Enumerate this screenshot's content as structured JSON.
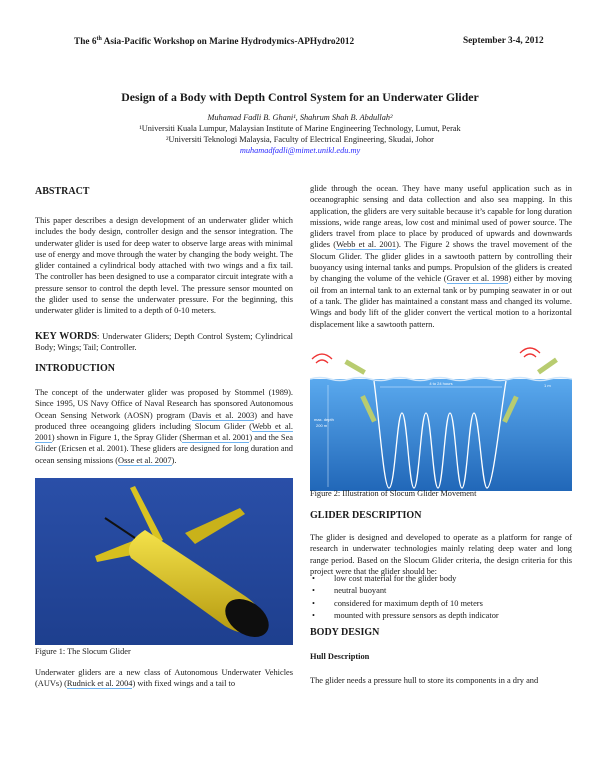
{
  "header": {
    "left_pre": "The 6",
    "left_sup": "th",
    "left_post": " Asia-Pacific Workshop on Marine Hydrodymics-APHydro2012",
    "right": "September 3-4, 2012"
  },
  "title": "Design of a Body with Depth Control System for an Underwater Glider",
  "authors": "Muhamad Fadli B. Ghani¹, Shahrum Shah B. Abdullah²",
  "affiliations": [
    "¹Universiti Kuala Lumpur, Malaysian Institute of Marine Engineering Technology, Lumut, Perak",
    "²Universiti Teknologi Malaysia, Faculty of Electrical Engineering, Skudai, Johor"
  ],
  "email": "muhamadfadli@mimet.unikl.edu.my",
  "abstract": {
    "heading": "ABSTRACT",
    "text": "This paper describes a design development of an underwater glider which includes the body design, controller design and the sensor integration. The underwater glider is used for deep water to observe large areas with minimal use of energy and move through the water by changing the body weight. The glider contained a cylindrical body attached with two wings and a fix tail. The controller has been designed to use a comparator circuit integrate with a pressure sensor to control the depth level. The pressure sensor mounted on the glider used to sense the underwater pressure. For the beginning, this underwater glider is limited to a depth of 0-10 meters."
  },
  "keywords": {
    "label": "KEY WORDS",
    "text": ": Underwater Gliders; Depth Control System; Cylindrical Body; Wings; Tail; Controller."
  },
  "introduction": {
    "heading": "INTRODUCTION",
    "p1": [
      "The concept of the underwater glider was proposed by Stommel (1989). Since 1995, US Navy Office of Naval Research has sponsored Autonomous Ocean Sensing Network (AOSN) program (",
      "Davis et al. 2003",
      ") and have produced three oceangoing gliders including Slocum Glider (",
      "Webb et al. 2001",
      ") shown in Figure 1, the Spray Glider (",
      "Sherman et al. 2001",
      ") and the Sea Glider (Ericsen et al. 2001). These gliders are designed for long duration and ocean sensing missions (",
      "Osse et al. 2007",
      ")."
    ],
    "figure1_caption": "Figure 1: The Slocum Glider",
    "p2": [
      "Underwater gliders are a new class of Autonomous Underwater Vehicles (AUVs) (",
      "Rudnick et al. 2004",
      ") with fixed wings and a tail to"
    ],
    "p3": [
      "glide through the ocean. They have many useful application such as in oceanographic sensing and data collection and also sea mapping. In this application, the gliders are very suitable because it’s capable for long duration missions, wide range areas, low cost and minimal used of power source. The gliders travel from place to place by produced of upwards and downwards glides (",
      "Webb et al. 2001",
      "). The Figure 2 shows the travel movement of the Slocum Glider. The glider glides in a sawtooth pattern by controlling their buoyancy using internal tanks and pumps. Propulsion of the gliders is created by changing the volume of the vehicle (",
      "Graver et al. 1998",
      ") either by moving oil from an internal tank to an external tank or by pumping seawater in or out of a tank. The glider has maintained a constant mass and changed its volume. Wings and body lift of the glider convert the vertical motion to a horizontal displacement like a sawtooth pattern."
    ]
  },
  "figure2": {
    "caption": "Figure 2: Illustration of Slocum Glider Movement",
    "label_time": "4 to 24 hours",
    "label_surface": "1 m",
    "label_depth": [
      "max. depth",
      "200 m"
    ]
  },
  "glider_description": {
    "heading": "GLIDER DESCRIPTION",
    "text": "The glider is designed and developed to operate as a platform for range of research in underwater technologies mainly relating deep water and long range period.  Based on the Slocum Glider criteria, the design criteria for this project were that the glider should be:",
    "bullets": [
      "low cost material for the glider body",
      "neutral buoyant",
      "considered for maximum depth of 10 meters",
      "mounted with pressure sensors as depth indicator"
    ]
  },
  "body_design": {
    "heading": "BODY DESIGN",
    "subheading": "Hull Description",
    "text": "The glider needs a pressure hull to store its components in a dry and"
  },
  "colors": {
    "citation_underline": "#6fb3f0",
    "email": "#2a2aff",
    "water_top": "#5aa9ee",
    "water_bottom": "#2167b8",
    "glider": "#e8d02a"
  }
}
